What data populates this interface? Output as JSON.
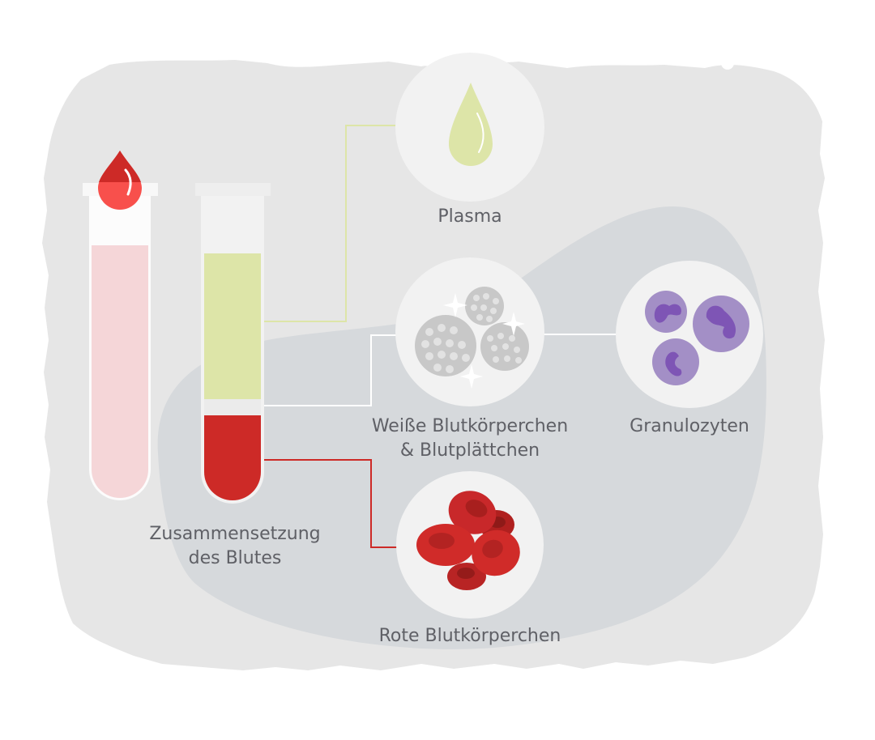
{
  "diagram": {
    "title": [
      "Zusammensetzung",
      "des Blutes"
    ],
    "components": {
      "plasma": {
        "label": "Plasma"
      },
      "white_cells": {
        "label": [
          "Weiße Blutkörperchen",
          "& Blutplättchen"
        ]
      },
      "granulocytes": {
        "label": "Granulozyten"
      },
      "red_cells": {
        "label": "Rote Blutkörperchen"
      }
    },
    "colors": {
      "background_light": "#e6e6e6",
      "background_blob": "#d6d9dc",
      "circle_fill": "#f2f2f2",
      "blood_red": "#cd2a27",
      "blood_drop_light": "#f8504c",
      "plasma_green": "#dde5a8",
      "whole_blood_pink": "#f5d6d8",
      "granulocyte_purple": "#a38fc6",
      "granulocyte_nucleus": "#7e55b5",
      "text": "#5f6066"
    }
  }
}
